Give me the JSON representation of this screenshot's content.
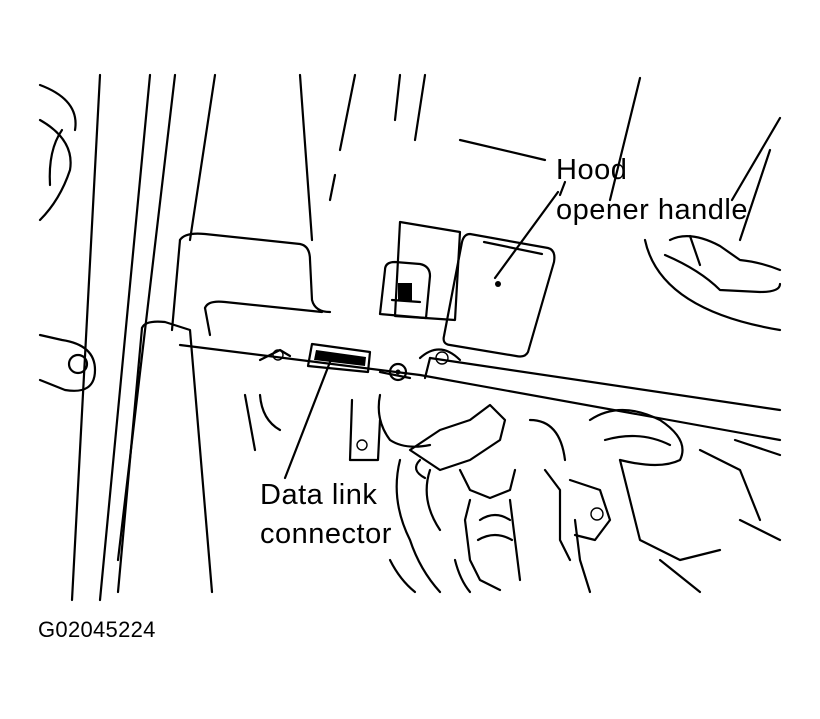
{
  "labels": {
    "hood_opener_line1": "Hood",
    "hood_opener_line2": "opener handle",
    "data_link_line1": "Data link",
    "data_link_line2": "connector"
  },
  "figure_id": "G02045224",
  "colors": {
    "line": "#000000",
    "background": "#ffffff"
  }
}
